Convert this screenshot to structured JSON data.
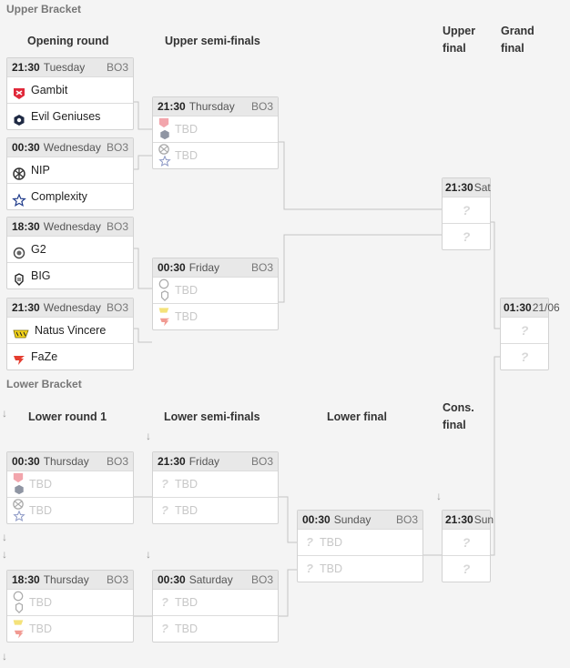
{
  "upper_bracket": {
    "label": "Upper Bracket",
    "columns": {
      "opening": "Opening round",
      "semis": "Upper semi-finals",
      "final": "Upper final",
      "grand": "Grand final"
    },
    "matches": [
      {
        "time": "21:30",
        "day": "Tuesday",
        "bo": "BO3",
        "team1": "Gambit",
        "team2": "Evil Geniuses"
      },
      {
        "time": "00:30",
        "day": "Wednesday",
        "bo": "BO3",
        "team1": "NIP",
        "team2": "Complexity"
      },
      {
        "time": "18:30",
        "day": "Wednesday",
        "bo": "BO3",
        "team1": "G2",
        "team2": "BIG"
      },
      {
        "time": "21:30",
        "day": "Wednesday",
        "bo": "BO3",
        "team1": "Natus Vincere",
        "team2": "FaZe"
      },
      {
        "time": "21:30",
        "day": "Thursday",
        "bo": "BO3",
        "team1": "TBD",
        "team2": "TBD"
      },
      {
        "time": "00:30",
        "day": "Friday",
        "bo": "BO3",
        "team1": "TBD",
        "team2": "TBD"
      },
      {
        "time": "21:30",
        "day": "Sat",
        "bo": "",
        "team1": "?",
        "team2": "?"
      },
      {
        "time": "01:30",
        "day": "21/06",
        "bo": "",
        "team1": "?",
        "team2": "?"
      }
    ]
  },
  "lower_bracket": {
    "label": "Lower Bracket",
    "columns": {
      "round1": "Lower round 1",
      "semis": "Lower semi-finals",
      "final": "Lower final",
      "cons": "Cons. final"
    },
    "matches": [
      {
        "time": "00:30",
        "day": "Thursday",
        "bo": "BO3",
        "team1": "TBD",
        "team2": "TBD"
      },
      {
        "time": "18:30",
        "day": "Thursday",
        "bo": "BO3",
        "team1": "TBD",
        "team2": "TBD"
      },
      {
        "time": "21:30",
        "day": "Friday",
        "bo": "BO3",
        "team1": "TBD",
        "team2": "TBD"
      },
      {
        "time": "00:30",
        "day": "Saturday",
        "bo": "BO3",
        "team1": "TBD",
        "team2": "TBD"
      },
      {
        "time": "00:30",
        "day": "Sunday",
        "bo": "BO3",
        "team1": "TBD",
        "team2": "TBD"
      },
      {
        "time": "21:30",
        "day": "Sun",
        "bo": "",
        "team1": "?",
        "team2": "?"
      }
    ]
  },
  "arrow_glyph": "↓",
  "icons": {
    "gambit": "gambit-logo-icon",
    "eg": "evil-geniuses-logo-icon",
    "nip": "nip-logo-icon",
    "complexity": "complexity-star-icon",
    "g2": "g2-logo-icon",
    "big": "big-logo-icon",
    "navi": "natus-vincere-logo-icon",
    "faze": "faze-logo-icon"
  },
  "colors": {
    "gambit": "#e0293a",
    "faze": "#e43d30",
    "complexity": "#1e3a8a",
    "navi": "#f2d21a"
  }
}
